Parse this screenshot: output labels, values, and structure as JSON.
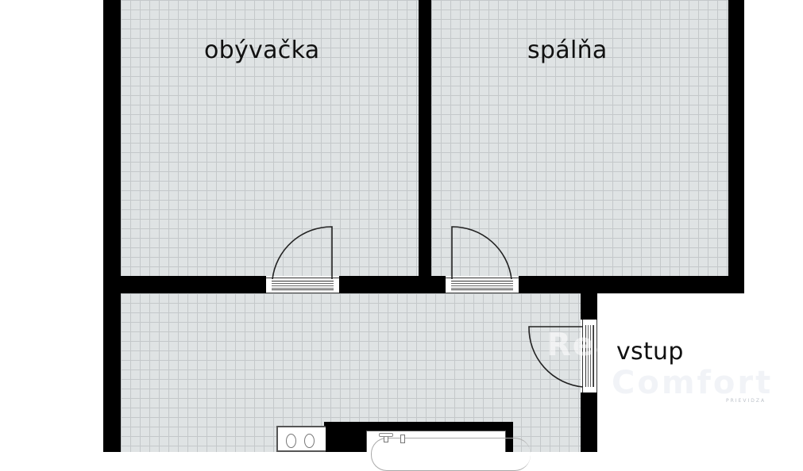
{
  "plan": {
    "rooms": [
      {
        "id": "living-room",
        "label": "obývačka"
      },
      {
        "id": "bedroom",
        "label": "spálňa"
      },
      {
        "id": "entrance",
        "label": "vstup"
      }
    ]
  },
  "watermark": {
    "line1": "Reality",
    "line2": "Comfort",
    "line3": "PRIEVIDZA"
  },
  "colors": {
    "wall": "#000000",
    "floor": "#dfe3e4",
    "floor_grid": "#c4c8ca",
    "background": "#ffffff"
  }
}
